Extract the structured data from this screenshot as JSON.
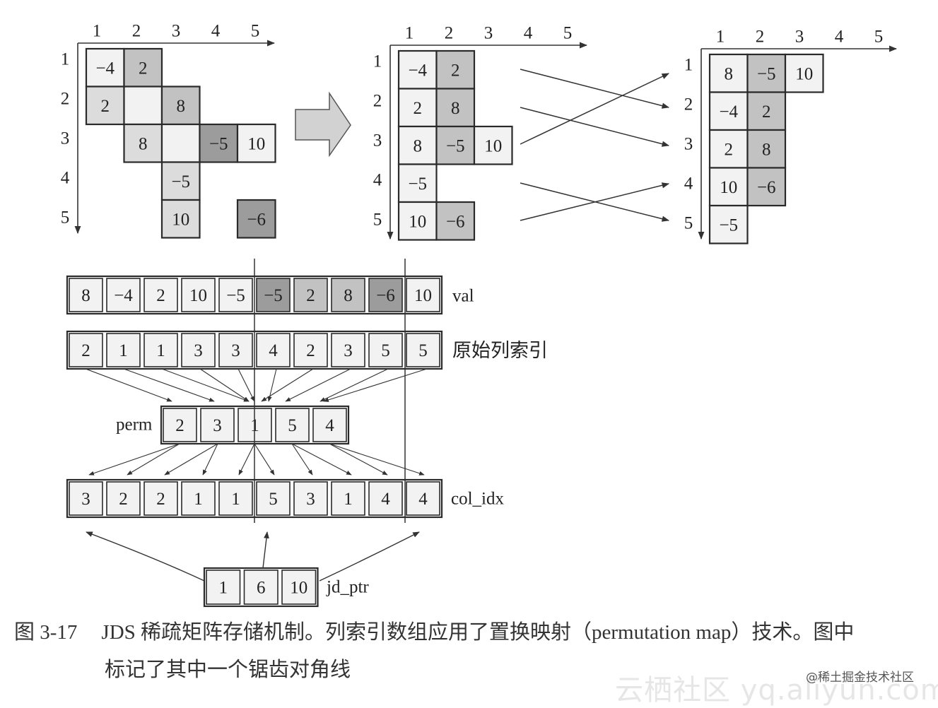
{
  "colors": {
    "white": "#f2f2f2",
    "light": "#dcdcdc",
    "mid": "#c2c2c2",
    "dark": "#9c9c9c",
    "stroke": "#2a2a2a"
  },
  "matrices": [
    {
      "name": "original",
      "col_labels": [
        "1",
        "2",
        "3",
        "4",
        "5"
      ],
      "row_labels": [
        "1",
        "2",
        "3",
        "4",
        "5"
      ],
      "cells": [
        {
          "r": 1,
          "c": 1,
          "v": "−4",
          "fill": "white"
        },
        {
          "r": 1,
          "c": 2,
          "v": "2",
          "fill": "mid"
        },
        {
          "r": 2,
          "c": 1,
          "v": "2",
          "fill": "light"
        },
        {
          "r": 2,
          "c": 2,
          "v": "",
          "fill": "white"
        },
        {
          "r": 2,
          "c": 3,
          "v": "8",
          "fill": "mid"
        },
        {
          "r": 3,
          "c": 2,
          "v": "8",
          "fill": "light"
        },
        {
          "r": 3,
          "c": 3,
          "v": "",
          "fill": "white"
        },
        {
          "r": 3,
          "c": 4,
          "v": "−5",
          "fill": "dark"
        },
        {
          "r": 3,
          "c": 5,
          "v": "10",
          "fill": "white"
        },
        {
          "r": 4,
          "c": 3,
          "v": "−5",
          "fill": "light"
        },
        {
          "r": 5,
          "c": 3,
          "v": "10",
          "fill": "light"
        },
        {
          "r": 5,
          "c": 5,
          "v": "−6",
          "fill": "dark"
        }
      ]
    },
    {
      "name": "compressed",
      "col_labels": [
        "1",
        "2",
        "3",
        "4",
        "5"
      ],
      "row_labels": [
        "1",
        "2",
        "3",
        "4",
        "5"
      ],
      "cells": [
        {
          "r": 1,
          "c": 1,
          "v": "−4",
          "fill": "white"
        },
        {
          "r": 1,
          "c": 2,
          "v": "2",
          "fill": "mid"
        },
        {
          "r": 2,
          "c": 1,
          "v": "2",
          "fill": "white"
        },
        {
          "r": 2,
          "c": 2,
          "v": "8",
          "fill": "mid"
        },
        {
          "r": 3,
          "c": 1,
          "v": "8",
          "fill": "white"
        },
        {
          "r": 3,
          "c": 2,
          "v": "−5",
          "fill": "mid"
        },
        {
          "r": 3,
          "c": 3,
          "v": "10",
          "fill": "white"
        },
        {
          "r": 4,
          "c": 1,
          "v": "−5",
          "fill": "white"
        },
        {
          "r": 5,
          "c": 1,
          "v": "10",
          "fill": "white"
        },
        {
          "r": 5,
          "c": 2,
          "v": "−6",
          "fill": "mid"
        }
      ]
    },
    {
      "name": "jagged",
      "col_labels": [
        "1",
        "2",
        "3",
        "4",
        "5"
      ],
      "row_labels": [
        "1",
        "2",
        "3",
        "4",
        "5"
      ],
      "cells": [
        {
          "r": 1,
          "c": 1,
          "v": "8",
          "fill": "white"
        },
        {
          "r": 1,
          "c": 2,
          "v": "−5",
          "fill": "mid"
        },
        {
          "r": 1,
          "c": 3,
          "v": "10",
          "fill": "white"
        },
        {
          "r": 2,
          "c": 1,
          "v": "−4",
          "fill": "white"
        },
        {
          "r": 2,
          "c": 2,
          "v": "2",
          "fill": "mid"
        },
        {
          "r": 3,
          "c": 1,
          "v": "2",
          "fill": "white"
        },
        {
          "r": 3,
          "c": 2,
          "v": "8",
          "fill": "mid"
        },
        {
          "r": 4,
          "c": 1,
          "v": "10",
          "fill": "white"
        },
        {
          "r": 4,
          "c": 2,
          "v": "−6",
          "fill": "mid"
        },
        {
          "r": 5,
          "c": 1,
          "v": "−5",
          "fill": "white"
        }
      ]
    }
  ],
  "arrays": [
    {
      "name": "val",
      "label": "val",
      "values": [
        "8",
        "−4",
        "2",
        "10",
        "−5",
        "−5",
        "2",
        "8",
        "−6",
        "10"
      ],
      "fills": [
        "white",
        "white",
        "white",
        "white",
        "white",
        "dark",
        "mid",
        "mid",
        "dark",
        "white"
      ]
    },
    {
      "name": "orig-col-index",
      "label": "原始列索引",
      "values": [
        "2",
        "1",
        "1",
        "3",
        "3",
        "4",
        "2",
        "3",
        "5",
        "5"
      ],
      "fills": [
        "white",
        "white",
        "white",
        "white",
        "white",
        "white",
        "white",
        "white",
        "white",
        "white"
      ]
    },
    {
      "name": "perm",
      "label": "perm",
      "values": [
        "2",
        "3",
        "1",
        "5",
        "4"
      ],
      "fills": [
        "white",
        "white",
        "white",
        "white",
        "white"
      ]
    },
    {
      "name": "col-idx",
      "label": "col_idx",
      "values": [
        "3",
        "2",
        "2",
        "1",
        "1",
        "5",
        "3",
        "1",
        "4",
        "4"
      ],
      "fills": [
        "white",
        "white",
        "white",
        "white",
        "white",
        "white",
        "white",
        "white",
        "white",
        "white"
      ]
    },
    {
      "name": "jd-ptr",
      "label": "jd_ptr",
      "values": [
        "1",
        "6",
        "10"
      ],
      "fills": [
        "white",
        "white",
        "white"
      ]
    }
  ],
  "caption": {
    "figure": "图 3-17",
    "line1": "JDS 稀疏矩阵存储机制。列索引数组应用了置换映射（permutation map）技术。图中",
    "line2": "标记了其中一个锯齿对角线"
  },
  "watermarks": {
    "big": "云栖社区 yq.aliyun.com",
    "small": "@稀土掘金技术社区"
  }
}
